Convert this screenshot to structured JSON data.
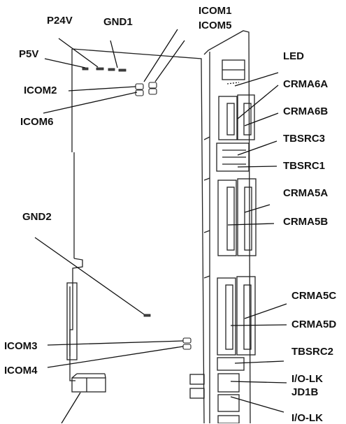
{
  "diagram": {
    "labels": {
      "p24v": "P24V",
      "gnd1": "GND1",
      "icom1": "ICOM1",
      "icom5": "ICOM5",
      "p5v": "P5V",
      "icom2": "ICOM2",
      "icom6": "ICOM6",
      "gnd2": "GND2",
      "icom3": "ICOM3",
      "icom4": "ICOM4",
      "led": "LED",
      "crma6a": "CRMA6A",
      "crma6b": "CRMA6B",
      "tbsrc3": "TBSRC3",
      "tbsrc1": "TBSRC1",
      "crma5a": "CRMA5A",
      "crma5b": "CRMA5B",
      "crma5c": "CRMA5C",
      "crma5d": "CRMA5D",
      "tbsrc2": "TBSRC2",
      "iolk_1": "I/O-LK",
      "jd1b": "JD1B",
      "iolk_2": "I/O-LK"
    }
  }
}
